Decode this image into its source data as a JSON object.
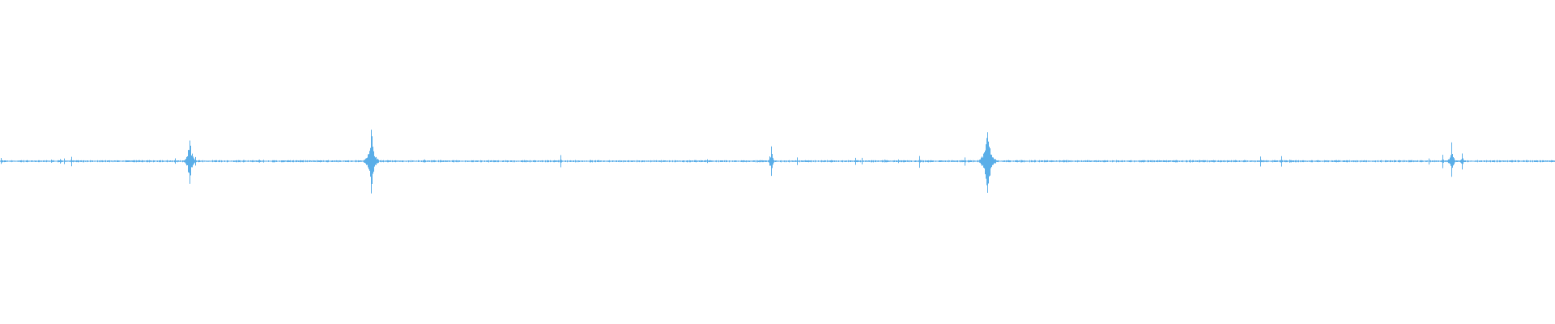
{
  "waveform": {
    "color": "#5aaee8",
    "background": "#ffffff",
    "duration_units": 1,
    "amplitude_range": [
      -1,
      1
    ],
    "baseline_noise": 0.015,
    "events": [
      {
        "t": 0.0003,
        "amp": 0.06
      },
      {
        "t": 0.033,
        "amp": 0.03
      },
      {
        "t": 0.0385,
        "amp": 0.05
      },
      {
        "t": 0.041,
        "amp": 0.06
      },
      {
        "t": 0.046,
        "amp": 0.1
      },
      {
        "t": 0.1125,
        "amp": 0.06
      },
      {
        "t": 0.122,
        "amp": 0.5
      },
      {
        "t": 0.1255,
        "amp": 0.08
      },
      {
        "t": 0.1665,
        "amp": 0.03
      },
      {
        "t": 0.1695,
        "amp": 0.03
      },
      {
        "t": 0.2385,
        "amp": 0.62
      },
      {
        "t": 0.273,
        "amp": 0.03
      },
      {
        "t": 0.3605,
        "amp": 0.12
      },
      {
        "t": 0.4545,
        "amp": 0.04
      },
      {
        "t": 0.495,
        "amp": 0.1
      },
      {
        "t": 0.496,
        "amp": 0.32
      },
      {
        "t": 0.5125,
        "amp": 0.08
      },
      {
        "t": 0.55,
        "amp": 0.08
      },
      {
        "t": 0.554,
        "amp": 0.07
      },
      {
        "t": 0.569,
        "amp": 0.03
      },
      {
        "t": 0.5775,
        "amp": 0.04
      },
      {
        "t": 0.591,
        "amp": 0.12
      },
      {
        "t": 0.6205,
        "amp": 0.08
      },
      {
        "t": 0.635,
        "amp": 0.7
      },
      {
        "t": 0.765,
        "amp": 0.03
      },
      {
        "t": 0.8105,
        "amp": 0.1
      },
      {
        "t": 0.824,
        "amp": 0.1
      },
      {
        "t": 0.829,
        "amp": 0.03
      },
      {
        "t": 0.919,
        "amp": 0.06
      },
      {
        "t": 0.9275,
        "amp": 0.15
      },
      {
        "t": 0.9335,
        "amp": 0.35
      },
      {
        "t": 0.94,
        "amp": 0.18
      }
    ]
  }
}
